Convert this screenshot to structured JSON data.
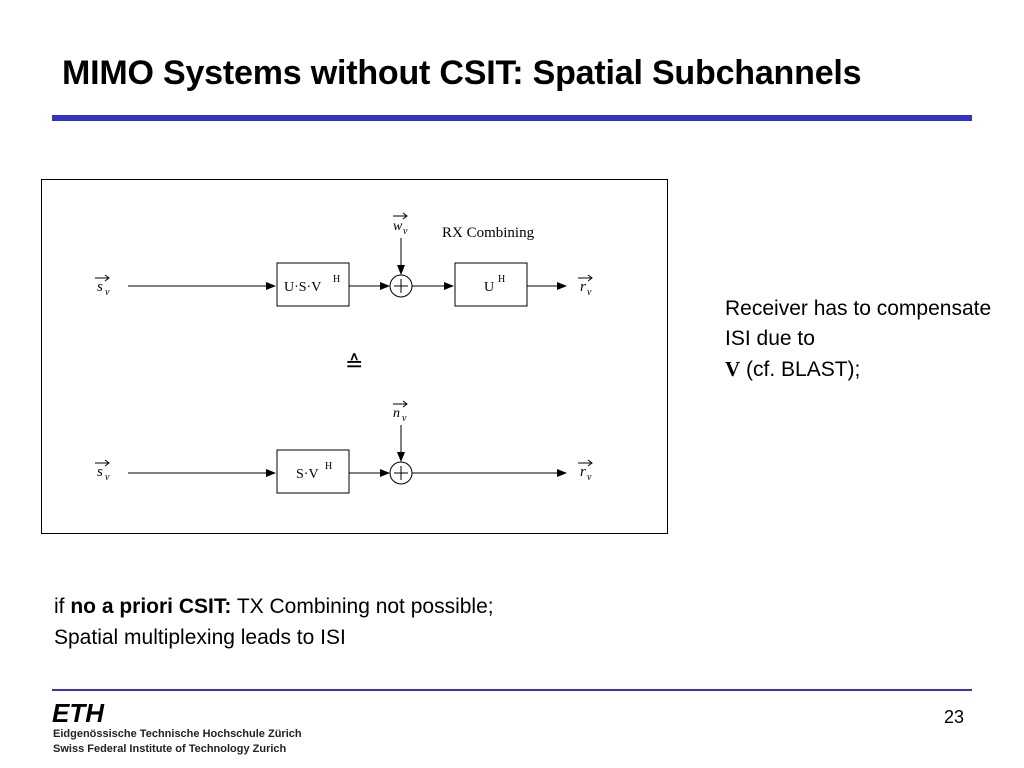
{
  "header": {
    "title": "MIMO Systems without CSIT: Spatial Subchannels"
  },
  "diagram": {
    "rx_combining_label": "RX Combining",
    "top_chain": {
      "input": "s",
      "input_sub": "ν",
      "channel_block": "U·S·V",
      "channel_block_sup": "H",
      "noise": "w",
      "noise_sub": "ν",
      "combiner_block": "U",
      "combiner_block_sup": "H",
      "output": "r",
      "output_sub": "ν"
    },
    "equivalence_symbol": "≙",
    "bottom_chain": {
      "input": "s",
      "input_sub": "ν",
      "channel_block": "S·V",
      "channel_block_sup": "H",
      "noise": "n",
      "noise_sub": "ν",
      "output": "r",
      "output_sub": "ν"
    }
  },
  "side_note": {
    "line1": "Receiver has to compensate ISI due to",
    "bold_symbol": "V",
    "line2": " (cf. BLAST);"
  },
  "bottom": {
    "prefix": "if ",
    "bold": "no a priori CSIT:",
    "rest": " TX Combining not possible;",
    "line2": "Spatial multiplexing leads to ISI"
  },
  "footer": {
    "logo_text": "ETH",
    "institution_de": "Eidgenössische Technische Hochschule Zürich",
    "institution_en": "Swiss Federal Institute of Technology Zurich",
    "page_number": "23"
  },
  "colors": {
    "accent_rule": "#3333cc",
    "text": "#000000"
  }
}
